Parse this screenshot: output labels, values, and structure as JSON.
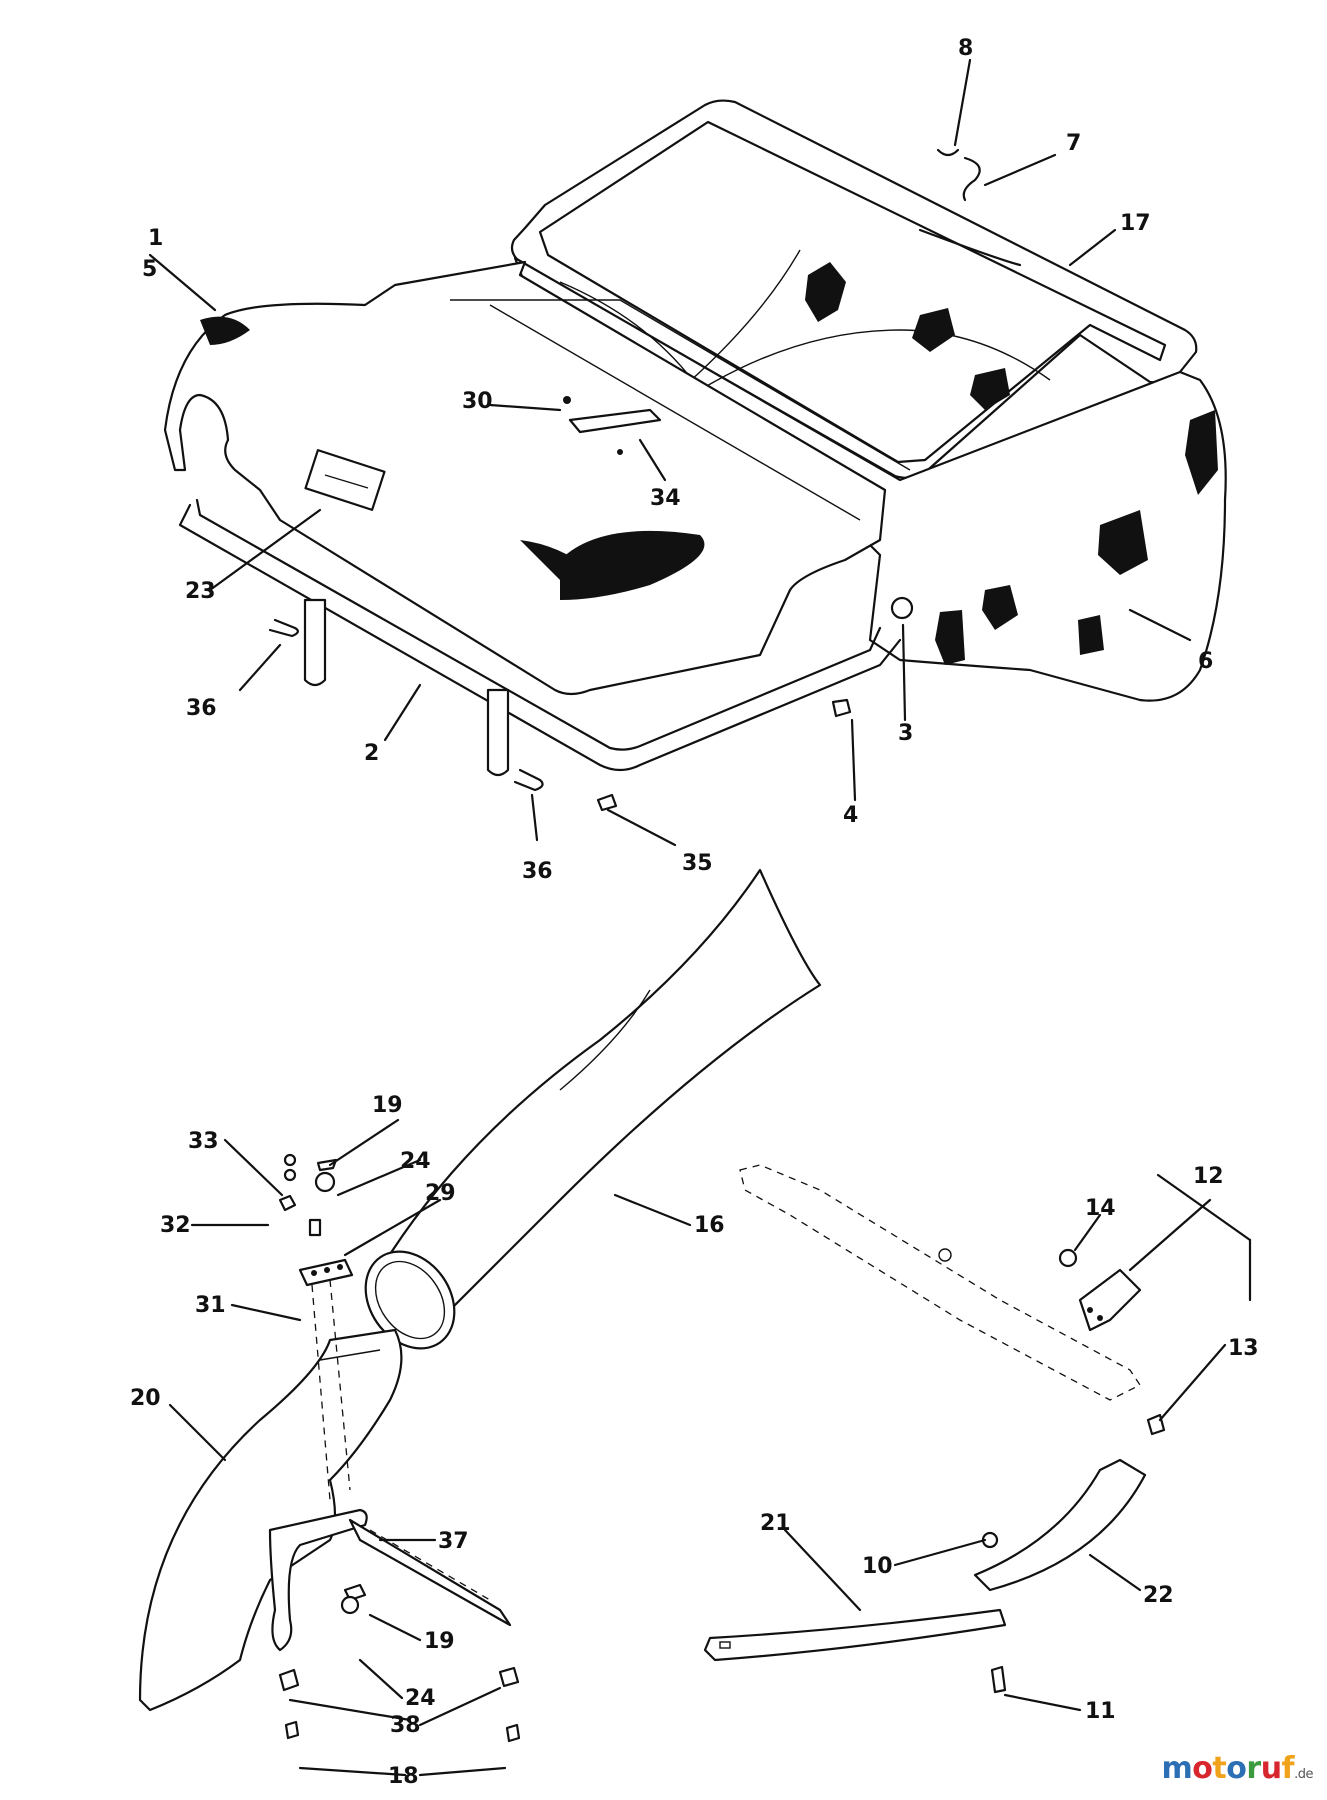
{
  "callouts": {
    "c1": "1",
    "c5": "5",
    "c2": "2",
    "c3": "3",
    "c4": "4",
    "c6": "6",
    "c7": "7",
    "c8": "8",
    "c10": "10",
    "c11": "11",
    "c12": "12",
    "c13": "13",
    "c14": "14",
    "c16": "16",
    "c17": "17",
    "c18": "18",
    "c19a": "19",
    "c19b": "19",
    "c20": "20",
    "c21": "21",
    "c22": "22",
    "c23": "23",
    "c24a": "24",
    "c24b": "24",
    "c29": "29",
    "c30": "30",
    "c31": "31",
    "c32": "32",
    "c33": "33",
    "c34": "34",
    "c35": "35",
    "c36a": "36",
    "c36b": "36",
    "c37": "37",
    "c38": "38"
  },
  "watermark": {
    "letters": [
      "m",
      "o",
      "t",
      "o",
      "r",
      "u",
      "f"
    ],
    "letter_colors": [
      "#2c6fb5",
      "#d7262e",
      "#f0a21b",
      "#2c6fb5",
      "#3a9a3d",
      "#d7262e",
      "#f0a21b"
    ],
    "suffix": ".de"
  }
}
